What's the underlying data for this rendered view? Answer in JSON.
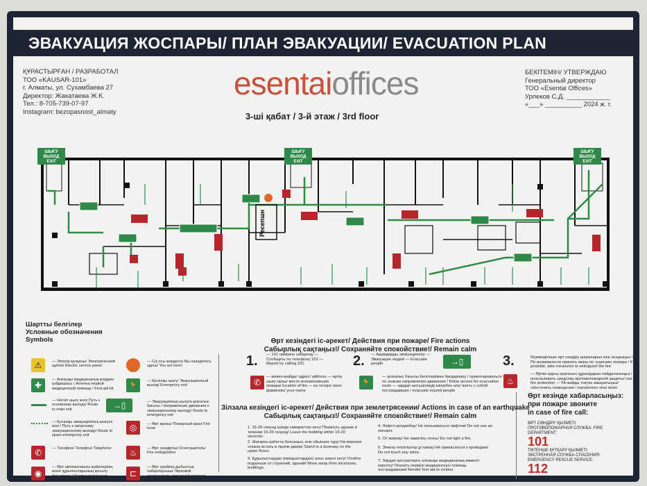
{
  "title": "ЭВАКУАЦИЯ ЖОСПАРЫ/ ПЛАН ЭВАКУАЦИИ/ EVACUATION PLAN",
  "developer": [
    "ҚҰРАСТЫРҒАН / РАЗРАБОТАЛ",
    "ТОО «KAUSAR-101»",
    "г. Алматы, ул. Сухамбаева 27",
    "Директор: Жакатаева Ж.К.",
    "Тел.: 8-705-739-07-97",
    "Instagram: bezopasnost_almaty"
  ],
  "approval": [
    "БЕКІТЕМІН/ УТВЕРЖДАЮ",
    "Генеральный директор",
    "ТОО «Esentai Offices»",
    "Урпеков С.Д. ____________",
    "«___» __________ 2024 ж. г."
  ],
  "logo": {
    "part1": "esentai",
    "part2": "offices"
  },
  "floor": "3-ші қабат / 3-й этаж / 3rd floor",
  "plan": {
    "exit_label": [
      "ШЫҒУ",
      "ВЫХОД",
      "EXIT"
    ],
    "reception": "Ресепшн"
  },
  "colors": {
    "navy": "#1e2434",
    "green": "#2f8a4a",
    "red": "#b8262d",
    "you_are_here": "#e0662a"
  },
  "legend": {
    "heading": [
      "Шартты белгілер",
      "Условные обозначения",
      "Symbols"
    ],
    "items": [
      {
        "icon": "electric-panel-icon",
        "text": "— Электр қалқаны/ Электрический щиток/ Electric service panel"
      },
      {
        "icon": "you-are-here-icon",
        "text": "— Сіз осы жердесіз/ Вы находитесь здесь/ You are here!"
      },
      {
        "icon": "first-aid-icon",
        "text": "— Алғашқы медициналық жәрдем қобдишасы / Аптечка первой медицинской помощи / First-aid kit"
      },
      {
        "icon": "emergency-exit-icon",
        "text": "— Қосалқы шығу/ Эвакуационный выход/ Emergency exit"
      },
      {
        "icon": "main-route-icon",
        "text": "— Негізгі шығу жол/ Путь к основному выходу/ Route to main exit"
      },
      {
        "icon": "exit-direction-icon",
        "text": "— Эвакуациялық шығуға қозғалыс бағыты / Направление движения к эвакуационному выходу/ Route to emergency exit"
      },
      {
        "icon": "spare-route-icon",
        "text": "— Қосалқы эвакуациялық шығуға жол / Путь к запасному эвакуационному выходу/ Route to spare emergency exit"
      },
      {
        "icon": "fire-hose-icon",
        "text": "— Өрт краны/ Пожарный кран/ Fire hose"
      },
      {
        "icon": "telephone-icon",
        "text": "— Телефон/ Телефон/ Telephone"
      },
      {
        "icon": "fire-extinguisher-icon",
        "text": "— Өрт сөндіргіш/ Огнетушитель/ Fire extinguisher"
      },
      {
        "icon": "fire-alarm-icon",
        "text": "— Өрт автоматикасы жүйелерінің және құрылғыларының қосылу батырмасы/ Кнопка включения пожарной автоматики/ Fire alarm"
      },
      {
        "icon": "loudspeaker-icon",
        "text": "— Өрт үрейінің дыбыстық хабарлауышы/ Звуковой оповещатель пожарной тревоги/ Fire alarm loud speaker"
      }
    ]
  },
  "fire_actions": {
    "heading": "Өрт кезіндегі іс-әрекет/ Действия при пожаре/ Fire actions",
    "calm": "Сабырлық сақтаңыз!/ Сохраняйте спокойствие!/ Remain calm",
    "steps": [
      {
        "num": "1.",
        "a": "— 101 нөміріне хабарлау — Сообщить по телефону 101 — Report by calling 101",
        "b": "— мекен-жайды/ адрес/ address — өртің шығу орны/ место возникновения пожара/ location of fire — өз тегіңіз/ свою фамилию/ your name"
      },
      {
        "num": "2.",
        "a": "— Адамдарды эвакуациялау — Эвакуация людей — Evacuate people",
        "b": "— қозғалыс бағыты белгілерімен бағдарлану / ориентироваться по знакам направления движения / follow arrows for evacuation route — зардап шегушілерді өзіңізбен алу/ взять с собой пострадавших / evacuate injured people"
      },
      {
        "num": "3.",
        "a": "Мүмкіндігінше өрт сөндіру шараларын іске асырыңыз / По возможности принять меры по тушению пожара / If possible, take measures to extinguish the fire",
        "b": "— Өртке қарсы қорғаныс құралдарын пайдаланыңыз / использовать средства противопожарной защиты/ use fire protection — Үй-жайды тоқтан ажыратыңыз/ обесточить помещение / transformer shut down"
      }
    ]
  },
  "earthquake": {
    "heading": "Зілзала кезіндегі іс-әрекет/ Действия при землетрясении/ Actions in case of an earthquake",
    "calm": "Сабырлық сақтаңыз!/ Сохраняйте спокойствие!/ Remain calm",
    "items": [
      "1. 15-20 секунд ішінде ғимараттан кету/ Покинуть здание в течении 15-20 секунд/ Leave the building within 15-20 seconds.",
      "2. Жоғарғы қабатта болсаңыз, есік ойығына тұру/ На верхних этажах встать в проем двери/ Stand in a doorway on the upper floors.",
      "3. Құрылыстардан (ғимараттардан) алыс жерге кету/ Отойти подальше от строений, зданий/ Move away from structures, buildings.",
      "4. Лифтті қолданбау/ Не пользоваться лифтом/ Do not use an elevator.",
      "5. От жақпау/ Не зажигать огонь/ Do not light a fire.",
      "6. Электр өткізгіштер ұстамау/ Не прикасаться к проводам/ Do not touch any wires.",
      "7. Зардап шегушілерге алғашқы медициналық көмекті көрсету/ Оказать первую медицинскую помощь пострадавшим/ Render first aid to victims."
    ]
  },
  "call": {
    "heading": [
      "Өрт кезінде хабарласыңыз:",
      "при пожаре звоните",
      "in case of fire call:"
    ],
    "fire_label": "ӨРТ СӨНДІРУ ҚЫЗМЕТІ: ПРОТИВОПОЖАРНАЯ СЛУЖБА: FIRE DEPARTMENT:",
    "fire_number": "101",
    "rescue_label": "ТӨТЕНШЕ ҚҰТҚАРУ ҚЫЗМЕТІ: ЭКСТРЕННАЯ СЛУЖБА СПАСЕНИЯ: EMERGENCY RESCUE SERVICE:",
    "rescue_number": "112"
  }
}
